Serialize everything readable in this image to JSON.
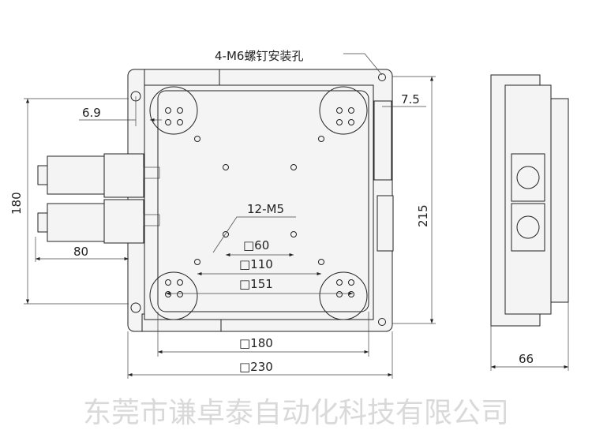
{
  "drawing": {
    "labels": {
      "mount_holes": "4-M6螺钉安装孔",
      "offset_left": "6.9",
      "offset_right": "7.5",
      "width_left_assembly": "180",
      "height_total": "215",
      "motor_length": "80",
      "tapped_holes": "12-M5",
      "sq60": "□60",
      "sq110": "□110",
      "sq151": "□151",
      "sq180": "□180",
      "sq230": "□230",
      "side_thickness": "66"
    },
    "watermark": "东莞市谦卓泰自动化科技有限公司"
  }
}
